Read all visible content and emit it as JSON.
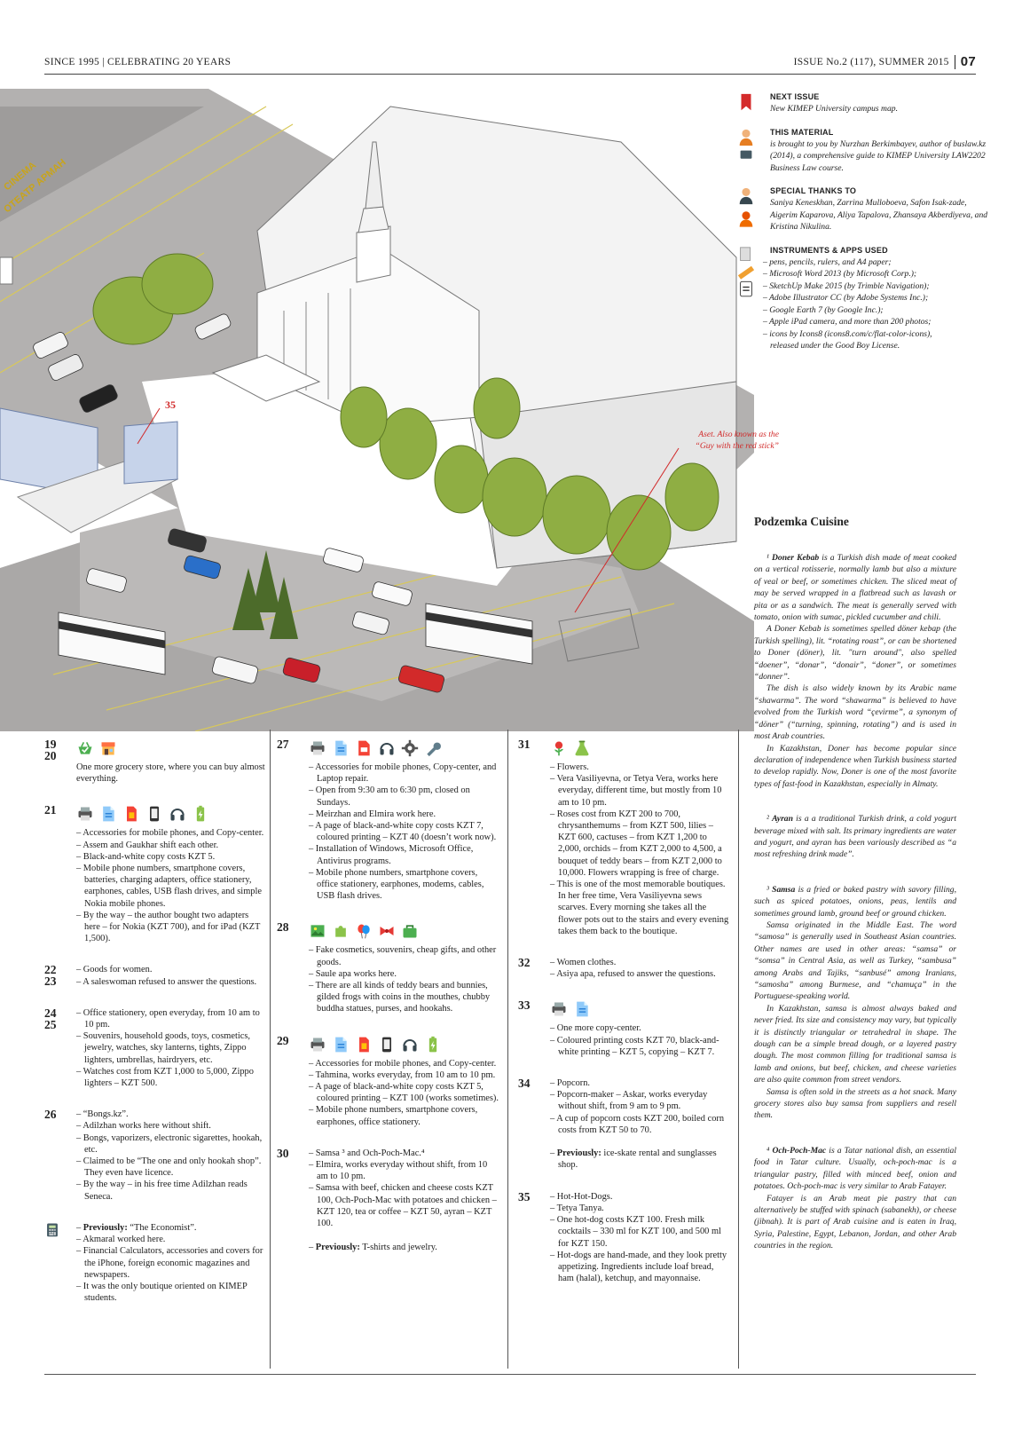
{
  "header": {
    "left": "SINCE 1995 | CELEBRATING 20 YEARS",
    "issue": "ISSUE No.2 (117), SUMMER 2015",
    "page": "07"
  },
  "illustration": {
    "sign_text_1": "CINEMA",
    "sign_text_2": "ОТЕАТР АРМАН",
    "label_35": "35",
    "callout": "Aset. Also known as the “Guy with the red stick”"
  },
  "credits": [
    {
      "title": "NEXT ISSUE",
      "text": "New KIMEP University campus map.",
      "icon": "bookmark-icon",
      "color": "#d42b2b"
    },
    {
      "title": "THIS MATERIAL",
      "text": "is brought to you by Nurzhan Berkimbayev, author of buslaw.kz (2014), a comprehensive guide to KIMEP University LAW2202 Business Law course.",
      "icon": "author-icon",
      "color": "#e8a65a"
    },
    {
      "title": "SPECIAL THANKS TO",
      "text": "Saniya Keneskhan, Zarrina Mulloboeva, Safon Isak-zade, Aigerim Kaparova, Aliya Tapalova, Zhansaya Akberdiyeva, and Kristina Nikulina.",
      "icon": "people-icon",
      "color": "#e7782e"
    },
    {
      "title": "INSTRUMENTS & APPS USED",
      "lines": [
        "– pens, pencils, rulers, and A4 paper;",
        "– Microsoft Word 2013 (by Microsoft Corp.);",
        "– SketchUp Make 2015 (by Trimble Navigation);",
        "– Adobe Illustrator CC (by Adobe Systems Inc.);",
        "– Google Earth 7 (by Google Inc.);",
        "– Apple iPad camera, and more than 200 photos;",
        "– icons by Icons8 (icons8.com/c/flat-color-icons),",
        "released under the Good Boy License."
      ],
      "icon": "tools-icon",
      "color": "#eaa02f"
    }
  ],
  "sidebar": {
    "title": "Podzemka Cuisine",
    "sections": [
      {
        "paras": [
          "¹ Doner Kebab is a Turkish dish made of meat cooked on a vertical rotisserie, normally lamb but also a mixture of veal or beef, or sometimes chicken. The sliced meat of may be served wrapped in a flatbread such as lavash or pita or as a sandwich. The meat is generally served with tomato, onion with sumac, pickled cucumber and chili.",
          "A Doner Kebab is sometimes spelled döner kebap (the Turkish spelling), lit. “rotating roast”, or can be shortened to Doner (döner), lit. \"turn around\", also spelled “doener”, “donar”, “donair”, “doner”, or sometimes “donner”.",
          "The dish is also widely known by its Arabic name “shawarma”. The word “shawarma” is believed to have evolved from the Turkish word “çevirme”, a synonym of “döner” (“turning, spinning, rotating”) and is used in most Arab countries.",
          "In Kazakhstan, Doner has become popular since declaration of independence when Turkish business started to develop rapidly. Now, Doner is one of the most favorite types of fast-food in Kazakhstan, especially in Almaty."
        ]
      },
      {
        "paras": [
          "² Ayran is a a traditional Turkish drink, a cold yogurt beverage mixed with salt. Its primary ingredients are water and yogurt, and ayran has been variously described as “a most refreshing drink made”."
        ]
      },
      {
        "paras": [
          "³ Samsa is a fried or baked pastry with savory filling, such as spiced potatoes, onions, peas, lentils and sometimes ground lamb, ground beef or ground chicken.",
          "Samsa originated in the Middle East. The word “samosa” is generally used in Southeast Asian countries. Other names are used in other areas: “samsa” or “somsa” in Central Asia, as well as Turkey, “sambusa” among Arabs and Tajiks, “sanbusé” among Iranians, “samosha” among Burmese, and “chamuça” in the Portuguese-speaking world.",
          "In Kazakhstan, samsa is almost always baked and never fried. Its size and consistency may vary, but typically it is distinctly triangular or tetrahedral in shape. The dough can be a simple bread dough, or a layered pastry dough. The most common filling for traditional samsa is lamb and onions, but beef, chicken, and cheese varieties are also quite common from street vendors.",
          "Samsa is often sold in the streets as a hot snack. Many grocery stores also buy samsa from suppliers and resell them."
        ]
      },
      {
        "paras": [
          "⁴ Och-Poch-Mac is a Tatar national dish, an essential food in Tatar culture. Usually, och-poch-mac is a triangular pastry, filled with minced beef, onion and potatoes. Och-poch-mac is very similar to Arab Fatayer.",
          "Fatayer is an Arab meat pie pastry that can alternatively be stuffed with spinach (sabanekh), or cheese (jibnah). It is part of Arab cuisine and is eaten in Iraq, Syria, Palestine, Egypt, Lebanon, Jordan, and other Arab countries in the region."
        ]
      }
    ]
  },
  "columns": [
    [
      {
        "num": "19\n20",
        "icons": [
          "basket-icon",
          "shop-icon"
        ],
        "items": [
          "One more grocery store, where you can buy almost everything."
        ],
        "plain": true
      },
      {
        "num": "21",
        "icons": [
          "printer-icon",
          "document-icon",
          "sim-card-icon",
          "phone-icon",
          "headphones-icon",
          "battery-icon"
        ],
        "items": [
          "– Accessories for mobile phones, and Copy-center.",
          "– Assem and Gaukhar shift each other.",
          "– Black-and-white copy costs KZT 5.",
          "– Mobile phone numbers, smartphone covers, batteries, charging adapters, office stationery, earphones, cables, USB flash drives, and simple Nokia mobile phones.",
          "– By the way – the author bought two adapters here – for Nokia (KZT 700), and for iPad (KZT 1,500)."
        ]
      },
      {
        "num": "22\n23",
        "icons": [],
        "items": [
          "– Goods for women.",
          "– A saleswoman refused to answer the questions."
        ]
      },
      {
        "num": "24\n25",
        "icons": [],
        "items": [
          "– Office stationery, open everyday, from 10 am to 10 pm.",
          "– Souvenirs, household goods, toys, cosmetics, jewelry, watches, sky lanterns, tights, Zippo lighters, umbrellas, hairdryers, etc.",
          "– Watches cost from KZT 1,000 to 5,000, Zippo lighters – KZT 500."
        ]
      },
      {
        "num": "26",
        "icons": [],
        "items": [
          "– “Bongs.kz”.",
          "– Adilzhan works here without shift.",
          "– Bongs, vaporizers, electronic sigarettes, hookah, etc.",
          "– Claimed to be “The one and only hookah shop”. They even have licence.",
          "– By the way – in his free time Adilzhan reads Seneca."
        ]
      },
      {
        "num": "",
        "numIcon": "calculator-icon",
        "icons": [],
        "items": [
          "– Previously: “The Economist”.",
          "– Akmaral worked here.",
          "– Financial Calculators, accessories and covers for the iPhone, foreign economic magazines and newspapers.",
          "– It was the only boutique oriented on KIMEP students."
        ],
        "boldFirst": "Previously:"
      }
    ],
    [
      {
        "num": "27",
        "icons": [
          "printer-icon",
          "document-icon",
          "pdf-icon",
          "headphones-icon",
          "gear-icon",
          "wrench-icon"
        ],
        "items": [
          "– Accessories for mobile phones, Copy-center, and Laptop repair.",
          "– Open from 9:30 am to 6:30 pm, closed on Sundays.",
          "– Meirzhan and Elmira work here.",
          "– A page of black-and-white copy costs KZT 7, coloured printing – KZT 40 (doesn’t work now).",
          "– Installation of Windows, Microsoft Office, Antivirus programs.",
          "– Mobile phone numbers, smartphone covers, office stationery, earphones, modems, cables, USB flash drives."
        ]
      },
      {
        "num": "28",
        "icons": [
          "picture-icon",
          "puzzle-icon",
          "balloons-icon",
          "bow-icon",
          "bag-icon"
        ],
        "items": [
          "– Fake cosmetics, souvenirs, cheap gifts, and other goods.",
          "– Saule apa works here.",
          "– There are all kinds of teddy bears and bunnies, gilded frogs with coins in the mouthes, chubby buddha statues, purses, and hookahs."
        ]
      },
      {
        "num": "29",
        "icons": [
          "printer-icon",
          "document-icon",
          "sim-card-icon",
          "phone-icon",
          "headphones-icon",
          "battery-icon"
        ],
        "items": [
          "– Accessories for mobile phones, and Copy-center.",
          "– Tahmina, works everyday, from 10 am to 10 pm.",
          "– A page of black-and-white copy costs KZT 5, coloured printing – KZT 100 (works sometimes).",
          "– Mobile phone numbers, smartphone covers, earphones, office stationery."
        ]
      },
      {
        "num": "30",
        "icons": [],
        "items": [
          "– Samsa ³ and Och-Poch-Mac.⁴",
          "– Elmira, works everyday without shift, from 10 am to 10 pm.",
          "– Samsa with beef, chicken and cheese costs KZT 100, Och-Poch-Mac with potatoes and chicken – KZT 120, tea or coffee – KZT 50, ayran – KZT 100.",
          "",
          "– Previously: T-shirts and jewelry."
        ],
        "boldFirst": "Previously:"
      }
    ],
    [
      {
        "num": "31",
        "icons": [
          "flower-icon",
          "flask-icon"
        ],
        "items": [
          "– Flowers.",
          "– Vera Vasiliyevna, or Tetya Vera, works here everyday, different time, but mostly from 10 am to 10 pm.",
          "– Roses cost from KZT 200 to 700, chrysanthemums – from KZT 500, lilies – KZT 600, cactuses – from KZT 1,200 to 2,000, orchids – from KZT 2,000 to 4,500, a bouquet of teddy bears – from KZT 2,000 to 10,000. Flowers wrapping is free of charge.",
          "– This is one of the most memorable boutiques. In her free time, Vera Vasiliyevna sews scarves. Every morning she takes all the flower pots out to the stairs and every evening takes them back to the boutique."
        ]
      },
      {
        "num": "32",
        "icons": [],
        "items": [
          "– Women clothes.",
          "– Asiya apa, refused to answer the questions."
        ]
      },
      {
        "num": "33",
        "icons": [
          "printer-icon",
          "document-icon"
        ],
        "items": [
          "– One more copy-center.",
          "– Coloured printing costs KZT 70, black-and-white printing – KZT 5, copying – KZT 7."
        ]
      },
      {
        "num": "34",
        "icons": [],
        "items": [
          "– Popcorn.",
          "– Popcorn-maker – Askar, works everyday without shift, from 9 am to 9 pm.",
          "– A cup of popcorn costs KZT 200, boiled corn costs from KZT 50 to 70.",
          "",
          "– Previously: ice-skate rental and sunglasses shop."
        ],
        "boldFirst": "Previously:"
      },
      {
        "num": "35",
        "icons": [],
        "items": [
          "– Hot-Hot-Dogs.",
          "– Tetya Tanya.",
          "– One hot-dog costs KZT 100. Fresh milk cocktails – 330 ml for KZT 100, and 500 ml for KZT 150.",
          "– Hot-dogs are hand-made, and they look pretty appetizing. Ingredients include loaf bread, ham (halal), ketchup, and mayonnaise."
        ]
      }
    ]
  ],
  "colors": {
    "accent_red": "#d12a2a",
    "road": "#a9a7a6",
    "tree": "#8aa640",
    "building": "#f1f1f1"
  }
}
